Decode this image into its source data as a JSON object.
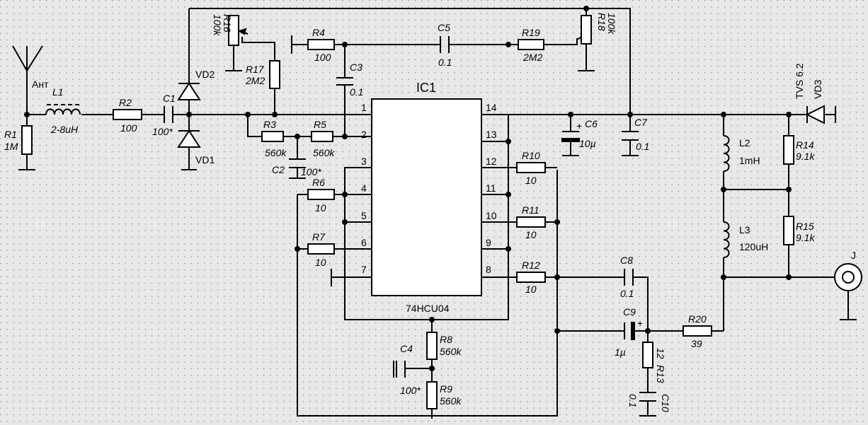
{
  "ic": {
    "name": "IC1",
    "part": "74HCU04",
    "pins": [
      "1",
      "2",
      "3",
      "4",
      "5",
      "6",
      "7",
      "8",
      "9",
      "10",
      "11",
      "12",
      "13",
      "14"
    ]
  },
  "components": {
    "R1": {
      "ref": "R1",
      "value": "1M"
    },
    "R2": {
      "ref": "R2",
      "value": "100"
    },
    "R3": {
      "ref": "R3",
      "value": "560k"
    },
    "R4": {
      "ref": "R4",
      "value": "100"
    },
    "R5": {
      "ref": "R5",
      "value": "560k"
    },
    "R6": {
      "ref": "R6",
      "value": "10"
    },
    "R7": {
      "ref": "R7",
      "value": "10"
    },
    "R8": {
      "ref": "R8",
      "value": "560k"
    },
    "R9": {
      "ref": "R9",
      "value": "560k"
    },
    "R10": {
      "ref": "R10",
      "value": "10"
    },
    "R11": {
      "ref": "R11",
      "value": "10"
    },
    "R12": {
      "ref": "R12",
      "value": "10"
    },
    "R13": {
      "ref": "R13",
      "value": "12"
    },
    "R14": {
      "ref": "R14",
      "value": "9.1k"
    },
    "R15": {
      "ref": "R15",
      "value": "9.1k"
    },
    "R16": {
      "ref": "R16",
      "value": "100k"
    },
    "R17": {
      "ref": "R17",
      "value": "2M2"
    },
    "R18": {
      "ref": "R18",
      "value": "100k"
    },
    "R19": {
      "ref": "R19",
      "value": "2M2"
    },
    "R20": {
      "ref": "R20",
      "value": "39"
    },
    "C1": {
      "ref": "C1",
      "value": "100*"
    },
    "C2": {
      "ref": "C2",
      "value": "100*"
    },
    "C3": {
      "ref": "C3",
      "value": "0.1"
    },
    "C4": {
      "ref": "C4",
      "value": "100*"
    },
    "C5": {
      "ref": "C5",
      "value": "0.1"
    },
    "C6": {
      "ref": "C6",
      "value": "10µ"
    },
    "C7": {
      "ref": "C7",
      "value": "0.1"
    },
    "C8": {
      "ref": "C8",
      "value": "0.1"
    },
    "C9": {
      "ref": "C9",
      "value": "1µ"
    },
    "C10": {
      "ref": "C10",
      "value": "0.1"
    },
    "L1": {
      "ref": "L1",
      "value": "2-8uH"
    },
    "L2": {
      "ref": "L2",
      "value": "1mH"
    },
    "L3": {
      "ref": "L3",
      "value": "120uH"
    },
    "VD1": {
      "ref": "VD1"
    },
    "VD2": {
      "ref": "VD2"
    },
    "VD3": {
      "ref": "VD3",
      "value": "TVS 6.2"
    },
    "J": {
      "ref": "J"
    },
    "ANT": {
      "ref": "Ант"
    }
  },
  "symbols": {
    "plus": "+"
  },
  "colors": {
    "background": "#e8e8e8",
    "grid_dot": "#7a7a7a",
    "ink": "#000000",
    "fill": "#ffffff"
  }
}
